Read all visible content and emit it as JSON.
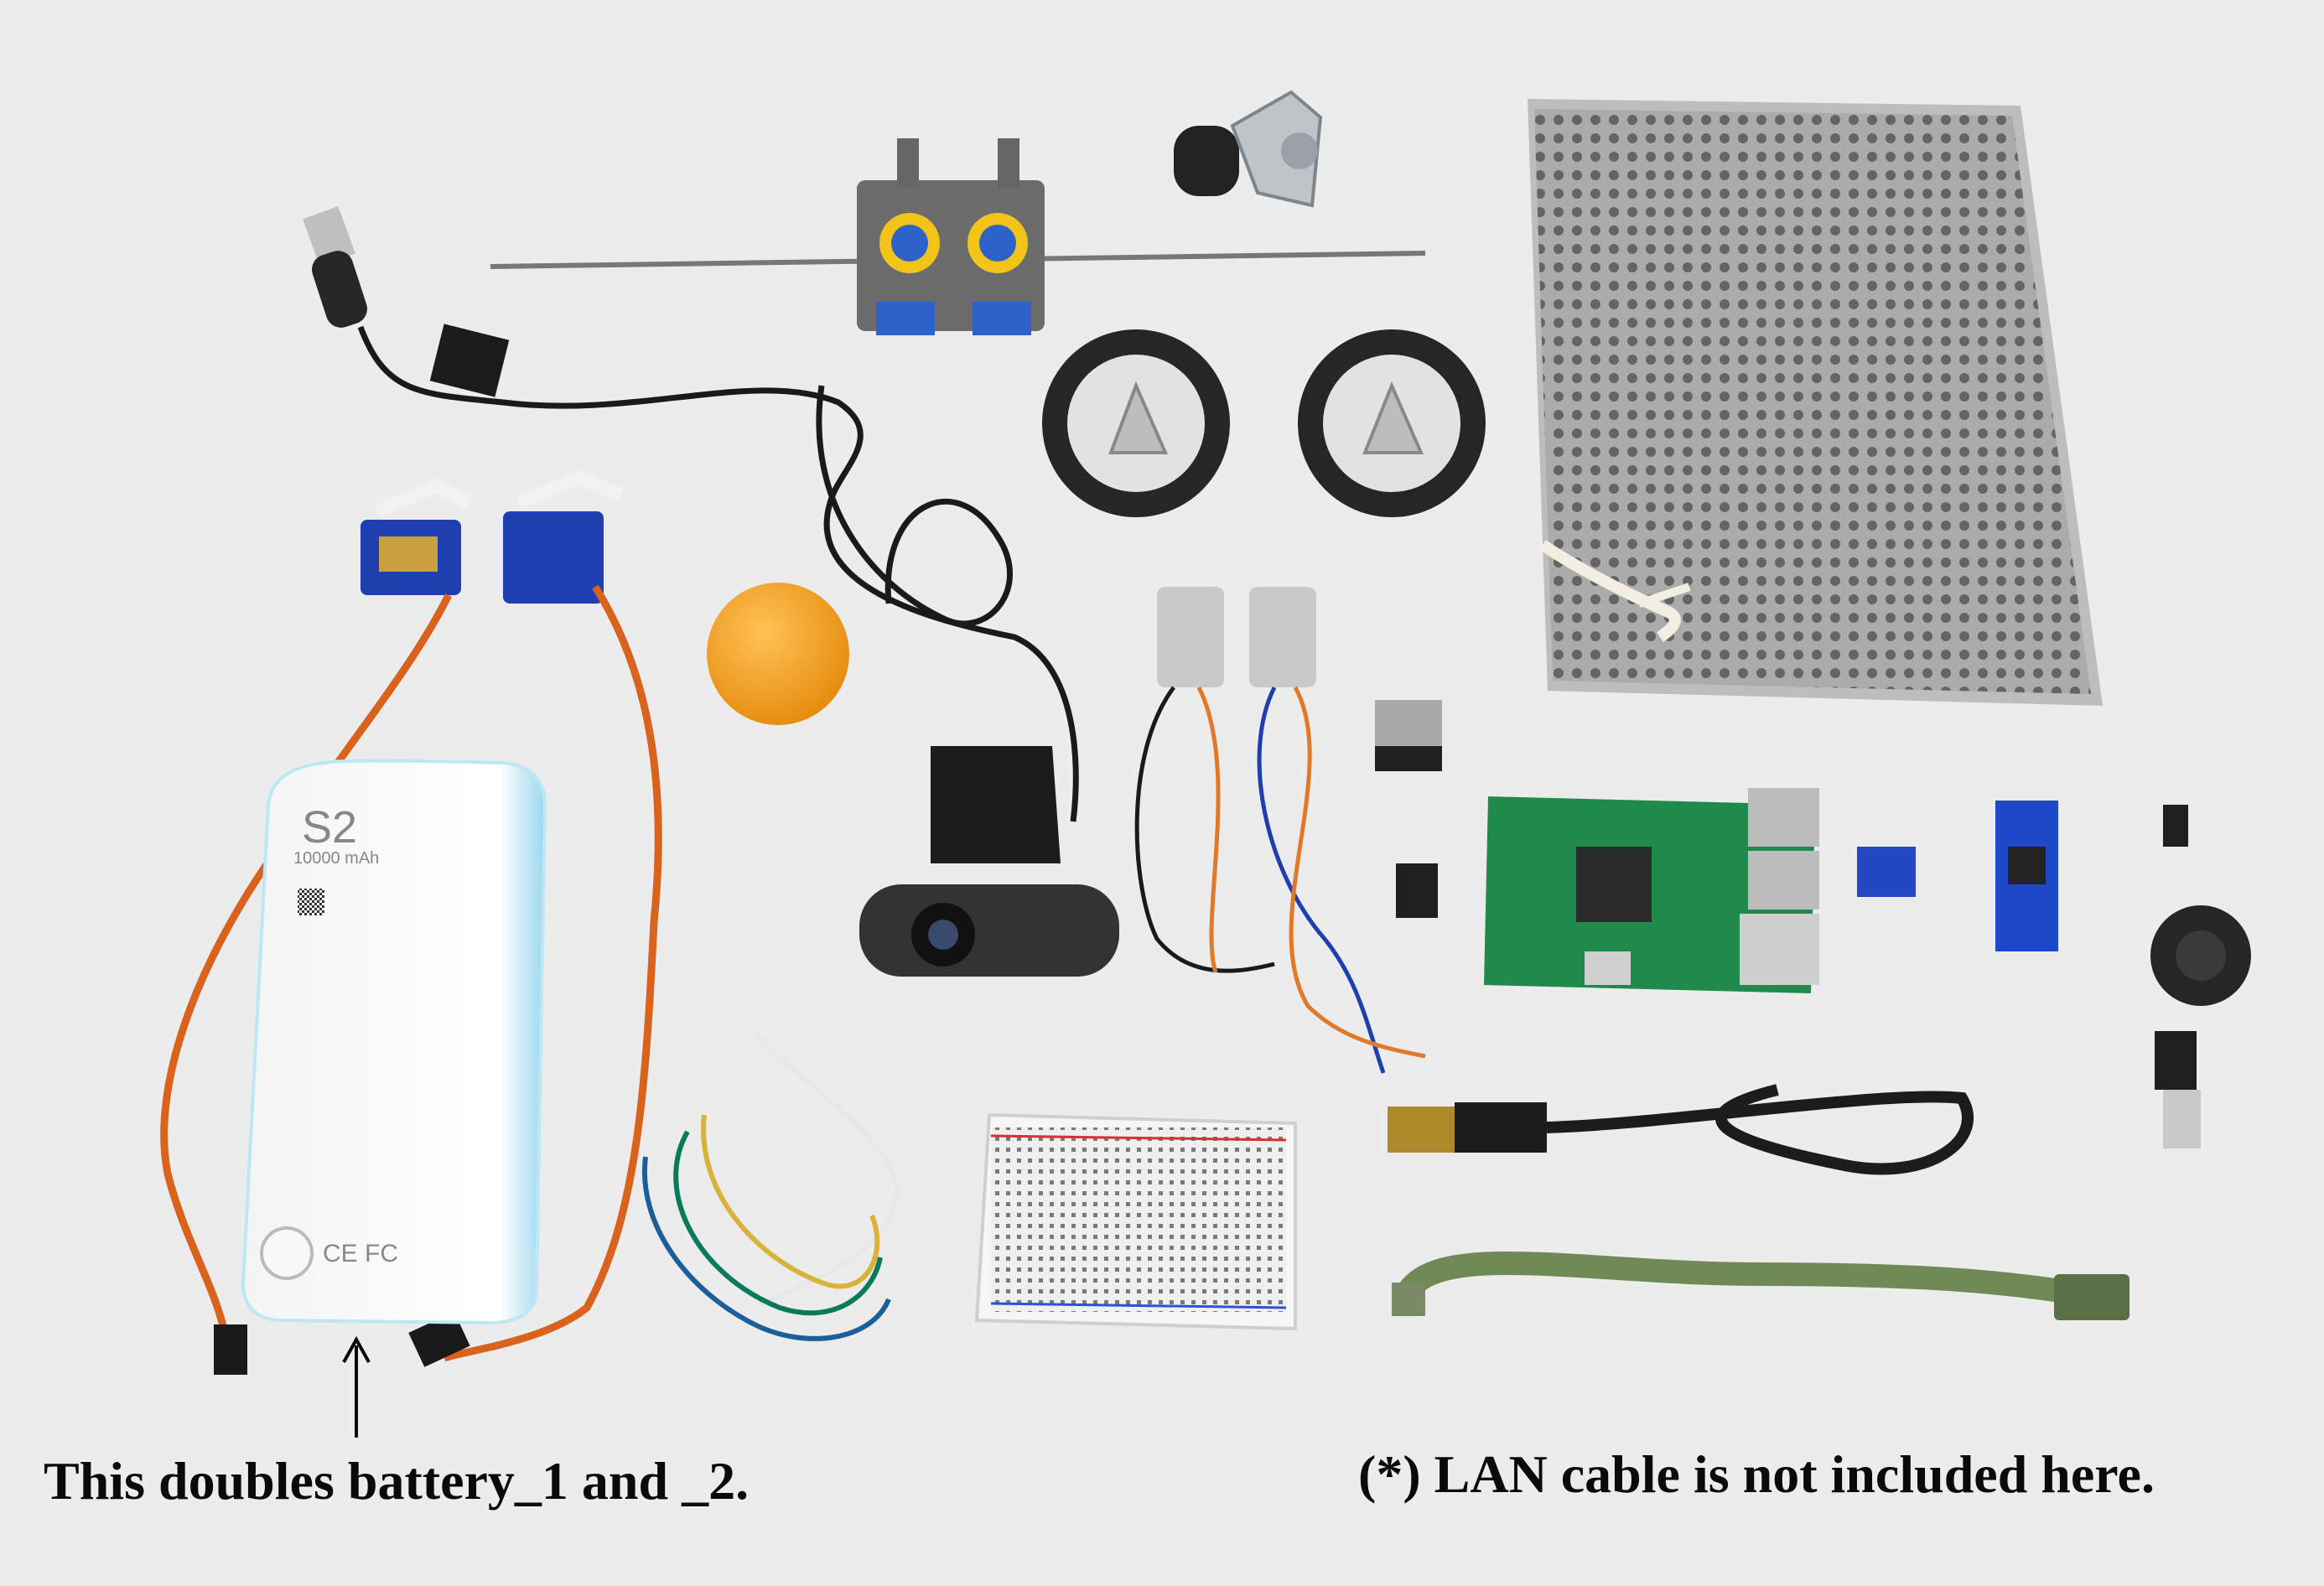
{
  "captions": {
    "battery_note": "This doubles battery_1 and _2.",
    "lan_note": "(*) LAN cable is not included here."
  },
  "labels": {
    "power_bank_model": "S2",
    "power_bank_capacity": "10000 mAh",
    "power_bank_certs": "CE FC"
  },
  "colors": {
    "background": "#ececec",
    "gear_yellow": "#f2c418",
    "gear_blue": "#2e62c8",
    "servo_blue": "#1f3fb0",
    "raspberry_green": "#1f8a4c",
    "ball_orange": "#f6a31b",
    "flat_cable_green": "#6f8a55"
  }
}
